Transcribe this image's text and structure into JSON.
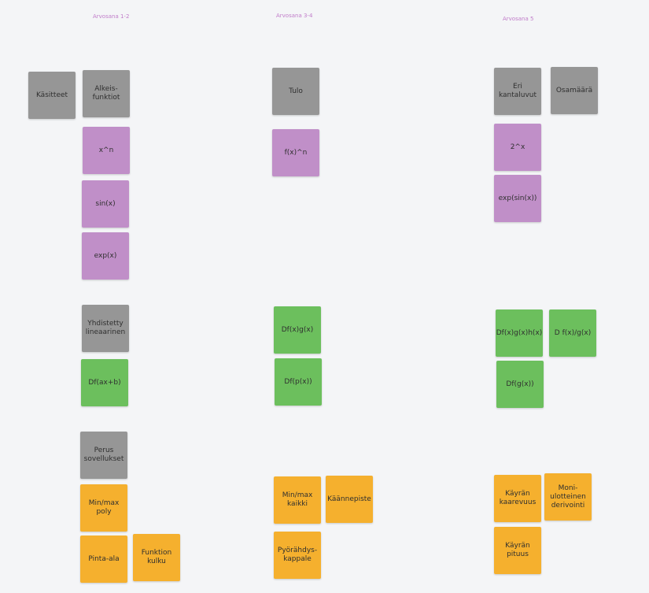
{
  "colors": {
    "background": "#f4f5f7",
    "heading": "#c07cc9",
    "gray_note": "#969696",
    "purple_note": "#c08fc8",
    "green_note": "#6cbf5d",
    "orange_note": "#f5b02e"
  },
  "headings": {
    "grade_1_2": "Arvosana 1-2",
    "grade_3_4": "Arvosana 3-4",
    "grade_5": "Arvosana 5"
  },
  "notes": {
    "kasitteet": "Käsitteet",
    "alkeisfunktiot": "Alkeis-\nfunktiot",
    "x_pow_n": "x^n",
    "sin_x": "sin(x)",
    "exp_x": "exp(x)",
    "yhdistetty_lineaarinen": "Yhdistetty\nlineaarinen",
    "df_ax_b": "Df(ax+b)",
    "perus_sovellukset": "Perus\nsovellukset",
    "min_max_poly": "Min/max\npoly",
    "pinta_ala": "Pinta-ala",
    "funktion_kulku": "Funktion\nkulku",
    "tulo": "Tulo",
    "f_x_pow_n": "f(x)^n",
    "df_x_g_x": "Df(x)g(x)",
    "df_p_x": "Df(p(x))",
    "min_max_kaikki": "Min/max\nkaikki",
    "kaannepiste": "Käännepiste",
    "pyorahdyskappale": "Pyörähdys-\nkappale",
    "eri_kantaluvut": "Eri\nkantaluvut",
    "osamaara": "Osamäärä",
    "two_pow_x": "2^x",
    "exp_sin_x": "exp(sin(x))",
    "df_x_g_x_h_x": "Df(x)g(x)h(x)",
    "d_f_x_div_g_x": "D f(x)/g(x)",
    "df_g_x": "Df(g(x))",
    "kayran_kaarevuus": "Käyrän\nkaarevuus",
    "moniulotteinen_derivointi": "Moni-\nulotteinen\nderivointi",
    "kayran_pituus": "Käyrän\npituus"
  }
}
